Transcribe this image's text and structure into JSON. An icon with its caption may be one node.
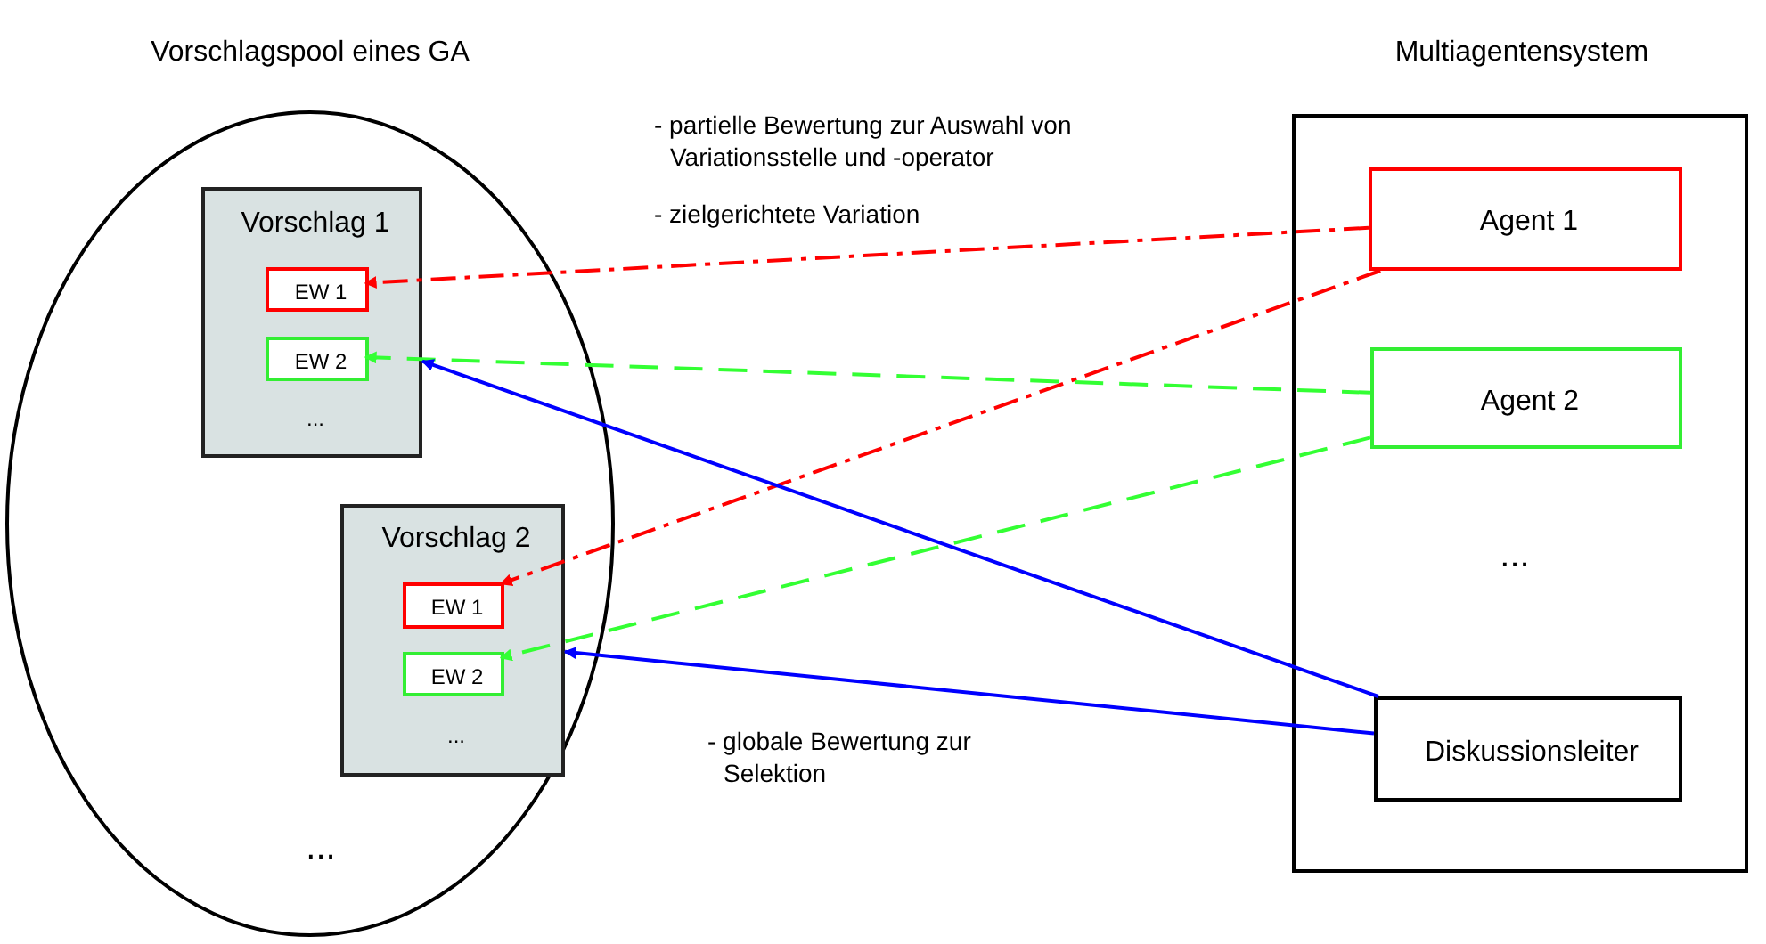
{
  "diagram": {
    "nodes": [
      {
        "text": [
          "Vorschlagspool eines GA",
          "..."
        ]
      },
      {
        "text": [
          "Vorschlag 1",
          "..."
        ],
        "in": 0
      },
      {
        "text": [
          "EW 1"
        ],
        "in": 1
      },
      {
        "text": [
          "EW 2"
        ],
        "in": 1
      },
      {
        "text": [
          "Vorschlag 2",
          "..."
        ],
        "in": 0
      },
      {
        "text": [
          "EW 1"
        ],
        "in": 4
      },
      {
        "text": [
          "EW 2"
        ],
        "in": 4
      },
      {
        "text": [
          "Multiagentensystem",
          "..."
        ]
      },
      {
        "text": [
          "Agent 1"
        ],
        "in": 7
      },
      {
        "text": [
          "Agent 2"
        ],
        "in": 7
      },
      {
        "text": [
          "Diskussionsleiter"
        ],
        "in": 7
      }
    ],
    "edges": [
      {
        "from": 8,
        "to": 2,
        "arrow": "to",
        "style": "dashed",
        "color": "#ff0000"
      },
      {
        "from": 8,
        "to": 5,
        "arrow": "to",
        "style": "dashed",
        "color": "#ff0000"
      },
      {
        "from": 9,
        "to": 3,
        "arrow": "to",
        "style": "dashed",
        "color": "#33ff33"
      },
      {
        "from": 9,
        "to": 6,
        "arrow": "to",
        "style": "dashed",
        "color": "#33ff33"
      },
      {
        "from": 10,
        "to": 1,
        "arrow": "to",
        "color": "#0000ff"
      },
      {
        "from": 10,
        "to": 4,
        "arrow": "to",
        "color": "#0000ff"
      }
    ],
    "labels": [
      "- partielle Bewertung zur Auswahl von Variationsstelle und -operator",
      "- zielgerichtete Variation",
      "- globale Bewertung zur Selektion"
    ]
  }
}
